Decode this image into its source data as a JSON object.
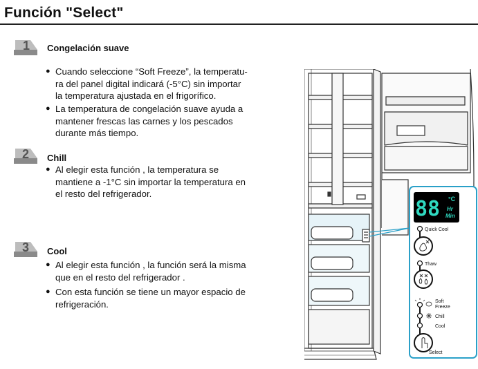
{
  "title": "Función \"Select\"",
  "sections": [
    {
      "number": "1",
      "heading": "Congelación suave",
      "bullets": [
        "Cuando seleccione “Soft Freeze”, la temperatu-\nra del panel digital indicará (-5°C) sin importar\nla temperatura ajustada en el frigorífico.",
        "La temperatura de congelación suave ayuda a\nmantener frescas las carnes y los pescados\ndurante más tiempo."
      ]
    },
    {
      "number": "2",
      "heading": "Chill",
      "bullets": [
        "Al elegir esta función , la temperatura se\nmantiene a -1°C sin importar la temperatura en\nel resto del refrigerador."
      ]
    },
    {
      "number": "3",
      "heading": "Cool",
      "bullets": [
        "Al elegir esta función , la función será la misma\nque en el resto del refrigerador .",
        "Con esta función se tiene un mayor espacio de\nrefrigeración."
      ]
    }
  ],
  "panel": {
    "display": "88",
    "unit": "°C",
    "hr": "Hr",
    "min": "Min",
    "quick_cool": "Quick Cool",
    "thaw": "Thaw",
    "soft": "Soft",
    "freeze": "Freeze",
    "chill": "Chill",
    "cool": "Cool",
    "select": "Select"
  },
  "colors": {
    "panel_border": "#2aa0c8",
    "display_bg": "#000000",
    "display_digits": "#2fd9c0",
    "badge": "#8a8a8a"
  }
}
